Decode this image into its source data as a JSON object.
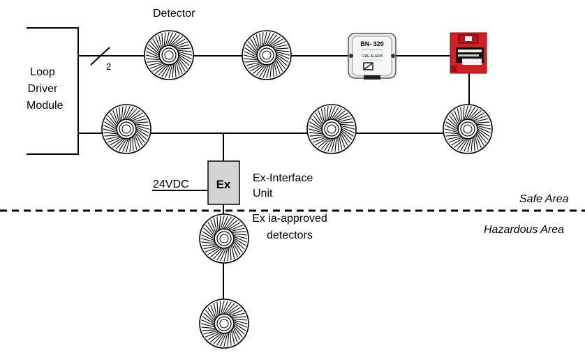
{
  "labels": {
    "detector": "Detector",
    "loop_driver": [
      "Loop",
      "Driver",
      "Module"
    ],
    "cable_count": "2",
    "voltage": "24VDC",
    "ex_box": "Ex",
    "ex_interface": [
      "Ex-Interface",
      "Unit"
    ],
    "safe_area": "Safe Area",
    "hazardous_area": "Hazardous Area",
    "ex_detectors": [
      "Ex ia-approved",
      "detectors"
    ]
  },
  "devices": {
    "bn320_module": {
      "model": "BN- 320",
      "caption": "FIRE ALARM"
    }
  },
  "colors": {
    "line": "#000000",
    "ex_box_fill": "#d4d4d4",
    "manual_call_point": "#d42025",
    "module_body": "#e8eaec"
  }
}
